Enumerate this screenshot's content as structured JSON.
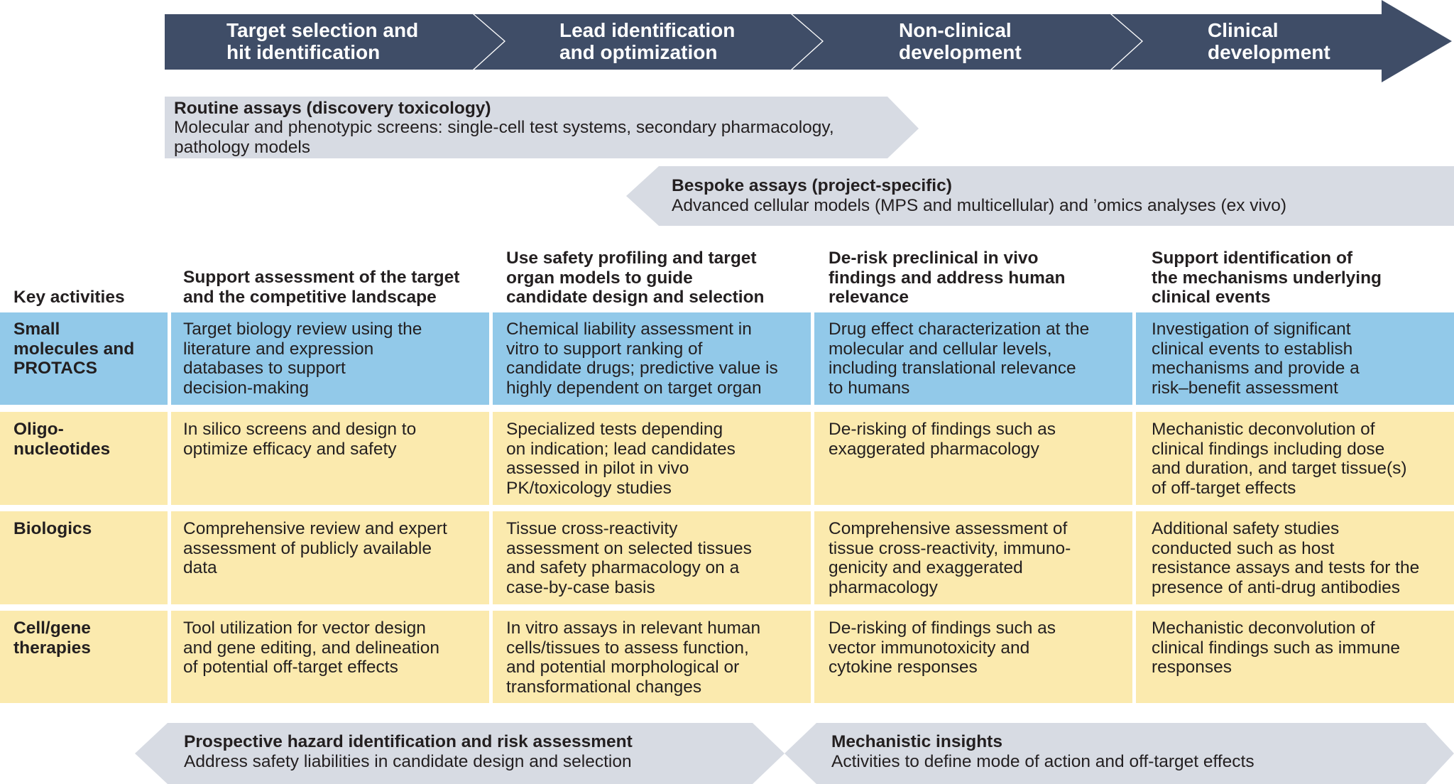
{
  "colors": {
    "stage_arrow": "#3f4d67",
    "band_grey": "#d7dbe3",
    "row_blue": "#92c9e9",
    "row_yellow": "#fbeaae",
    "text": "#231f20",
    "stage_text": "#ffffff"
  },
  "stages": [
    "Target selection and\nhit identification",
    "Lead identification\nand optimization",
    "Non-clinical\ndevelopment",
    "Clinical\ndevelopment"
  ],
  "routine_assays": {
    "title": "Routine assays (discovery toxicology)",
    "body": "Molecular and phenotypic screens: single-cell test systems, secondary pharmacology,\npathology models"
  },
  "bespoke_assays": {
    "title": "Bespoke assays (project-specific)",
    "body": "Advanced cellular models (MPS and multicellular) and ’omics analyses (ex vivo)"
  },
  "table": {
    "corner_label": "Key activities",
    "column_headers": [
      "Support assessment of the target\nand the competitive landscape",
      "Use safety profiling and target\norgan models to guide\ncandidate design and selection",
      "De-risk preclinical in vivo\nfindings and address human\nrelevance",
      "Support identification of\nthe mechanisms underlying\nclinical events"
    ],
    "rows": [
      {
        "label": "Small\nmolecules and\nPROTACS",
        "cells": [
          "Target biology review using the\nliterature and expression\ndatabases to support\ndecision-making",
          "Chemical liability assessment in\nvitro to support ranking of\ncandidate drugs; predictive value is\nhighly dependent on target organ",
          "Drug effect characterization at the\nmolecular and cellular levels,\nincluding translational relevance\nto humans",
          "Investigation of significant\nclinical events to establish\nmechanisms and provide a\nrisk–benefit assessment"
        ]
      },
      {
        "label": "Oligo-\nnucleotides",
        "cells": [
          "In silico screens and design to\noptimize efficacy and safety",
          "Specialized tests depending\non indication; lead candidates\nassessed in pilot in vivo\nPK/toxicology studies",
          "De-risking of findings such as\nexaggerated pharmacology",
          "Mechanistic deconvolution of\nclinical findings including dose\nand duration, and target tissue(s)\nof off-target effects"
        ]
      },
      {
        "label": "Biologics",
        "cells": [
          "Comprehensive review and expert\nassessment of publicly available\ndata",
          "Tissue cross-reactivity\nassessment on selected tissues\nand safety pharmacology on a\ncase-by-case basis",
          "Comprehensive assessment of\ntissue cross-reactivity, immuno-\ngenicity and exaggerated\npharmacology",
          "Additional safety studies\nconducted such as host\nresistance assays and tests for the\npresence of anti-drug antibodies"
        ]
      },
      {
        "label": "Cell/gene\ntherapies",
        "cells": [
          "Tool utilization for vector design\nand gene editing, and delineation\nof potential off-target effects",
          "In vitro assays in relevant human\ncells/tissues to assess function,\nand potential morphological or\ntransformational changes",
          "De-risking of findings such as\nvector immunotoxicity and\ncytokine responses",
          "Mechanistic deconvolution of\nclinical findings such as immune\nresponses"
        ]
      }
    ]
  },
  "bottom_bands": [
    {
      "title": "Prospective hazard identification and risk assessment",
      "body": "Address safety liabilities in candidate design and selection"
    },
    {
      "title": "Mechanistic insights",
      "body": "Activities to define mode of action and off-target effects"
    }
  ]
}
